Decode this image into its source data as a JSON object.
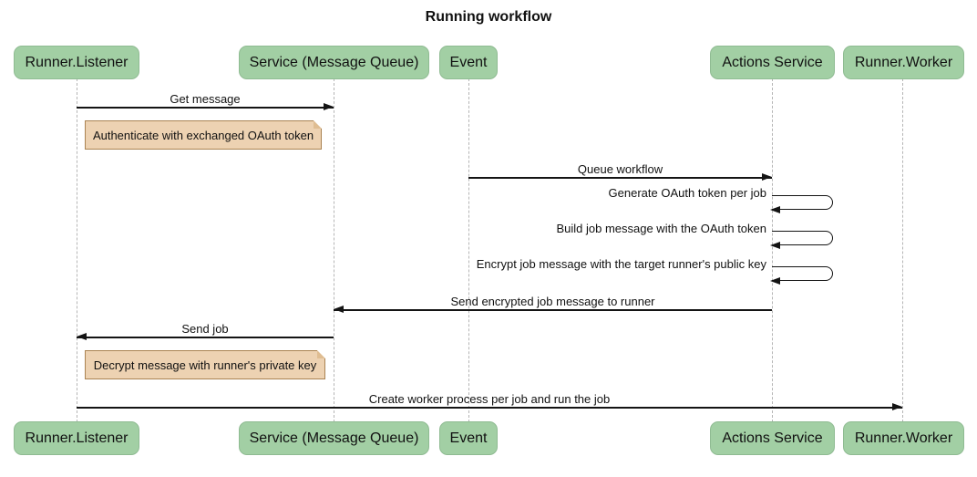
{
  "title": "Running workflow",
  "colors": {
    "actor_fill": "#a2cfa4",
    "actor_border": "#8fbb92",
    "note_fill": "#edd2b2",
    "note_border": "#aa8352",
    "note_fold": "#dfbd92",
    "lifeline": "#b5b5b5",
    "line": "#141414",
    "background": "#ffffff",
    "text": "#111111"
  },
  "participants": [
    {
      "label": "Runner.Listener"
    },
    {
      "label": "Service (Message Queue)"
    },
    {
      "label": "Event"
    },
    {
      "label": "Actions Service"
    },
    {
      "label": "Runner.Worker"
    }
  ],
  "messages": [
    {
      "label": "Get message",
      "from": "Runner.Listener",
      "to": "Service (Message Queue)",
      "self": false
    },
    {
      "label": "Queue workflow",
      "from": "Event",
      "to": "Actions Service",
      "self": false
    },
    {
      "label": "Generate OAuth token per job",
      "from": "Actions Service",
      "to": "Actions Service",
      "self": true
    },
    {
      "label": "Build job message with the OAuth token",
      "from": "Actions Service",
      "to": "Actions Service",
      "self": true
    },
    {
      "label": "Encrypt job message with the target runner's public key",
      "from": "Actions Service",
      "to": "Actions Service",
      "self": true
    },
    {
      "label": "Send encrypted job message to runner",
      "from": "Actions Service",
      "to": "Service (Message Queue)",
      "self": false
    },
    {
      "label": "Send job",
      "from": "Service (Message Queue)",
      "to": "Runner.Listener",
      "self": false
    },
    {
      "label": "Create worker process per job and run the job",
      "from": "Runner.Listener",
      "to": "Runner.Worker",
      "self": false
    }
  ],
  "notes": [
    {
      "label": "Authenticate with exchanged OAuth token",
      "position": "right of Runner.Listener"
    },
    {
      "label": "Decrypt message with runner's private key",
      "position": "right of Runner.Listener"
    }
  ]
}
